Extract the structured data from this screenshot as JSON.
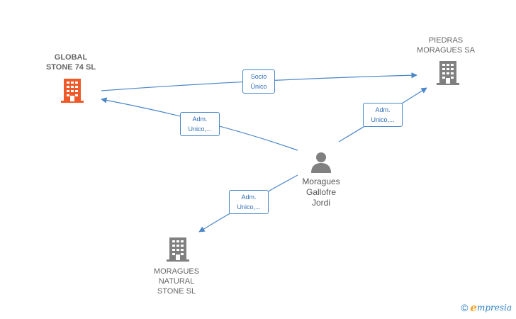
{
  "nodes": {
    "global_stone": {
      "label": "GLOBAL\nSTONE 74  SL",
      "type": "company",
      "color": "#f05a28",
      "icon": "building-icon"
    },
    "piedras": {
      "label": "PIEDRAS\nMORAGUES SA",
      "type": "company",
      "color": "#808080",
      "icon": "building-icon"
    },
    "moragues_natural": {
      "label": "MORAGUES\nNATURAL\nSTONE  SL",
      "type": "company",
      "color": "#808080",
      "icon": "building-icon"
    },
    "person": {
      "label": "Moragues\nGallofre\nJordi",
      "type": "person",
      "color": "#808080",
      "icon": "person-icon"
    }
  },
  "edges": [
    {
      "from": "global_stone",
      "to": "piedras",
      "label": "Socio\nÚnico"
    },
    {
      "from": "person",
      "to": "global_stone",
      "label": "Adm.\nUnico,..."
    },
    {
      "from": "person",
      "to": "piedras",
      "label": "Adm.\nUnico,..."
    },
    {
      "from": "person",
      "to": "moragues_natural",
      "label": "Adm.\nUnico,..."
    }
  ],
  "colors": {
    "edge": "#4a86c8",
    "highlight_company": "#f05a28",
    "company": "#808080"
  },
  "watermark": {
    "symbol": "©",
    "brand_e": "e",
    "brand_rest": "mpresia"
  }
}
